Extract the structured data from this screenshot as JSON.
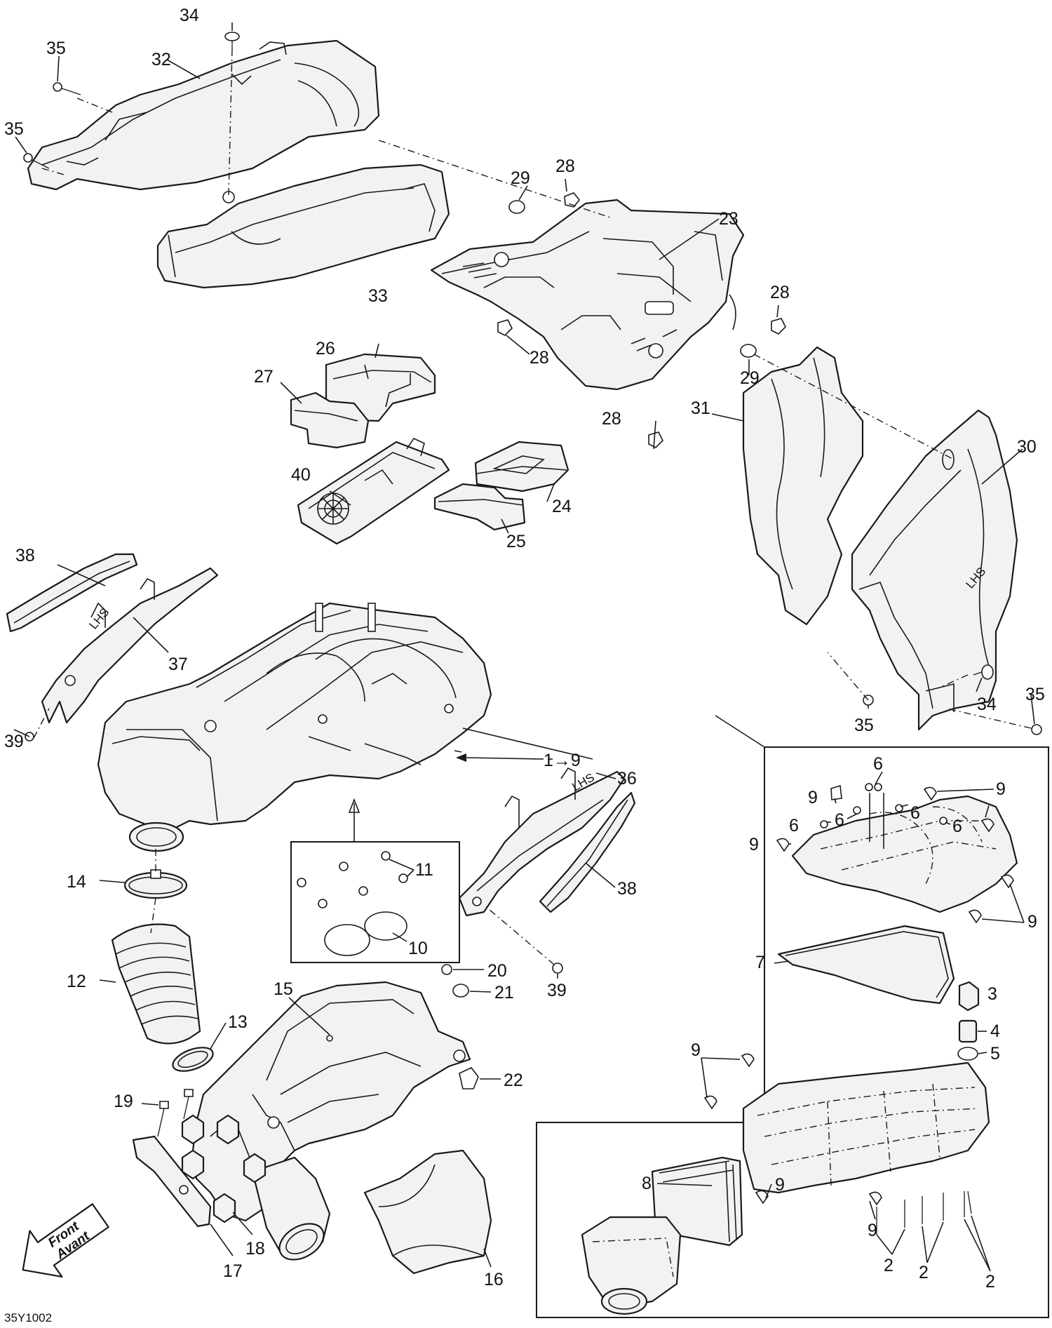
{
  "diagram_ref": "35Y1002",
  "front_arrow": {
    "line1": "Front",
    "line2": "Avant"
  },
  "callouts": {
    "c1to9": "1→9",
    "c2a": "2",
    "c2b": "2",
    "c2c": "2",
    "c3": "3",
    "c4": "4",
    "c5": "5",
    "c6a": "6",
    "c6b": "6",
    "c6c": "6",
    "c6d": "6",
    "c6e": "6",
    "c7": "7",
    "c8": "8",
    "c9a": "9",
    "c9b": "9",
    "c9c": "9",
    "c9d": "9",
    "c9e": "9",
    "c9f": "9",
    "c9g": "9",
    "c10": "10",
    "c11": "11",
    "c12": "12",
    "c13": "13",
    "c14": "14",
    "c15": "15",
    "c16": "16",
    "c17": "17",
    "c18": "18",
    "c19": "19",
    "c20": "20",
    "c21": "21",
    "c22": "22",
    "c23": "23",
    "c24": "24",
    "c25": "25",
    "c26": "26",
    "c27": "27",
    "c28a": "28",
    "c28b": "28",
    "c28c": "28",
    "c28d": "28",
    "c29a": "29",
    "c29b": "29",
    "c30": "30",
    "c31": "31",
    "c32": "32",
    "c33": "33",
    "c34a": "34",
    "c34b": "34",
    "c35a": "35",
    "c35b": "35",
    "c35c": "35",
    "c35d": "35",
    "c36": "36",
    "c37": "37",
    "c38a": "38",
    "c38b": "38",
    "c39a": "39",
    "c39b": "39",
    "c40": "40"
  }
}
